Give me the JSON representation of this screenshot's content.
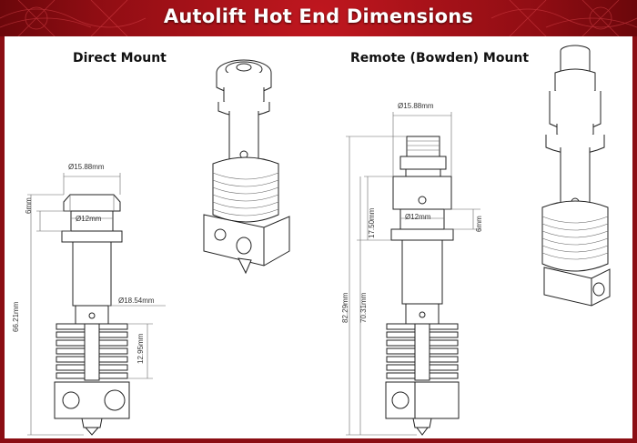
{
  "banner": {
    "title": "Autolift Hot End Dimensions"
  },
  "direct_mount": {
    "heading": "Direct Mount",
    "dims": {
      "top_dia": "Ø15.88mm",
      "groove_dia": "Ø12mm",
      "groove_h": "6mm",
      "total_h": "66.21mm",
      "sink_dia": "Ø18.54mm",
      "sink_h": "12.95mm"
    }
  },
  "remote_mount": {
    "heading": "Remote (Bowden) Mount",
    "dims": {
      "top_dia": "Ø15.88mm",
      "groove_dia": "Ø12mm",
      "groove_h": "6mm",
      "upper_h": "17.50mm",
      "mid_h": "70.31mm",
      "total_h": "82.29mm"
    }
  },
  "colors": {
    "banner_red": "#8b0e14",
    "line": "#222222"
  }
}
